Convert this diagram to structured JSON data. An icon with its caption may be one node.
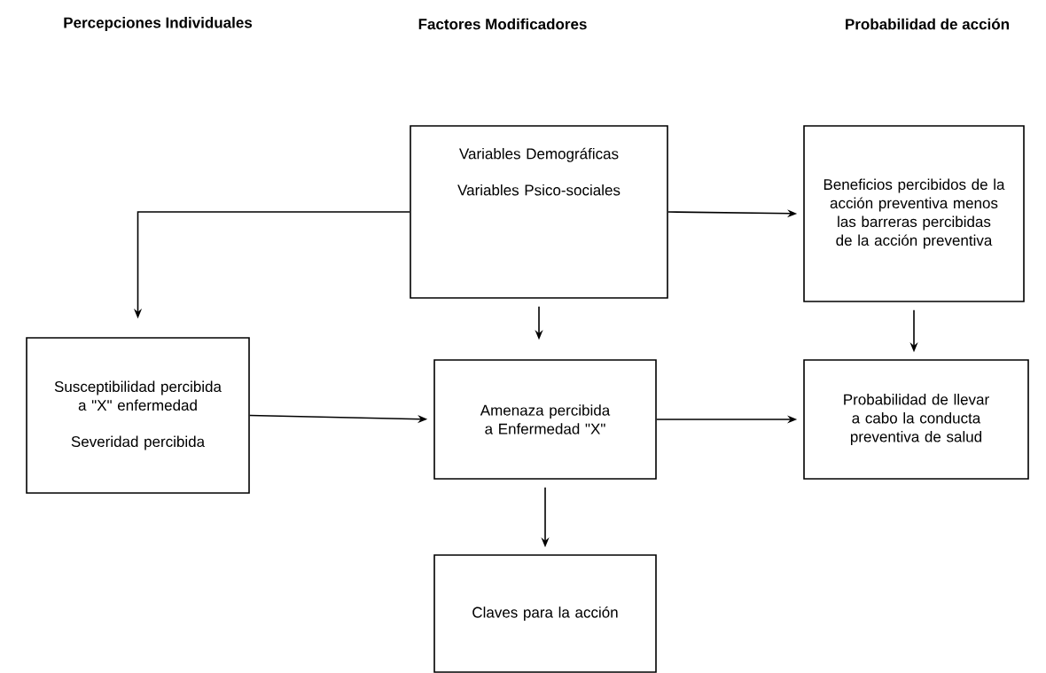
{
  "diagram": {
    "nodes": [
      {
        "text": [
          "Variables Demográficas",
          "Variables Psico-sociales"
        ]
      },
      {
        "text": [
          "Beneficios percibidos de la acción preventiva menos las barreras percibidas de la acción preventiva"
        ]
      },
      {
        "text": [
          "Susceptibilidad percibida a  \"X\" enfermedad",
          "Severidad percibida"
        ]
      },
      {
        "text": [
          "Amenaza percibida a Enfermedad \"X\""
        ]
      },
      {
        "text": [
          "Probabilidad de llevar a cabo la conducta preventiva de salud"
        ]
      },
      {
        "text": [
          "Claves para la acción"
        ]
      }
    ],
    "edges": [
      {
        "from": 0,
        "to": 2,
        "arrow": "to"
      },
      {
        "from": 0,
        "to": 1,
        "arrow": "to"
      },
      {
        "from": 0,
        "to": 3,
        "arrow": "to"
      },
      {
        "from": 1,
        "to": 4,
        "arrow": "to"
      },
      {
        "from": 2,
        "to": 3,
        "arrow": "to"
      },
      {
        "from": 3,
        "to": 4,
        "arrow": "to"
      },
      {
        "from": 3,
        "to": 5,
        "arrow": "to"
      }
    ],
    "labels": [
      "Percepciones Individuales",
      "Factores Modificadores",
      "Probabilidad de acción"
    ]
  }
}
